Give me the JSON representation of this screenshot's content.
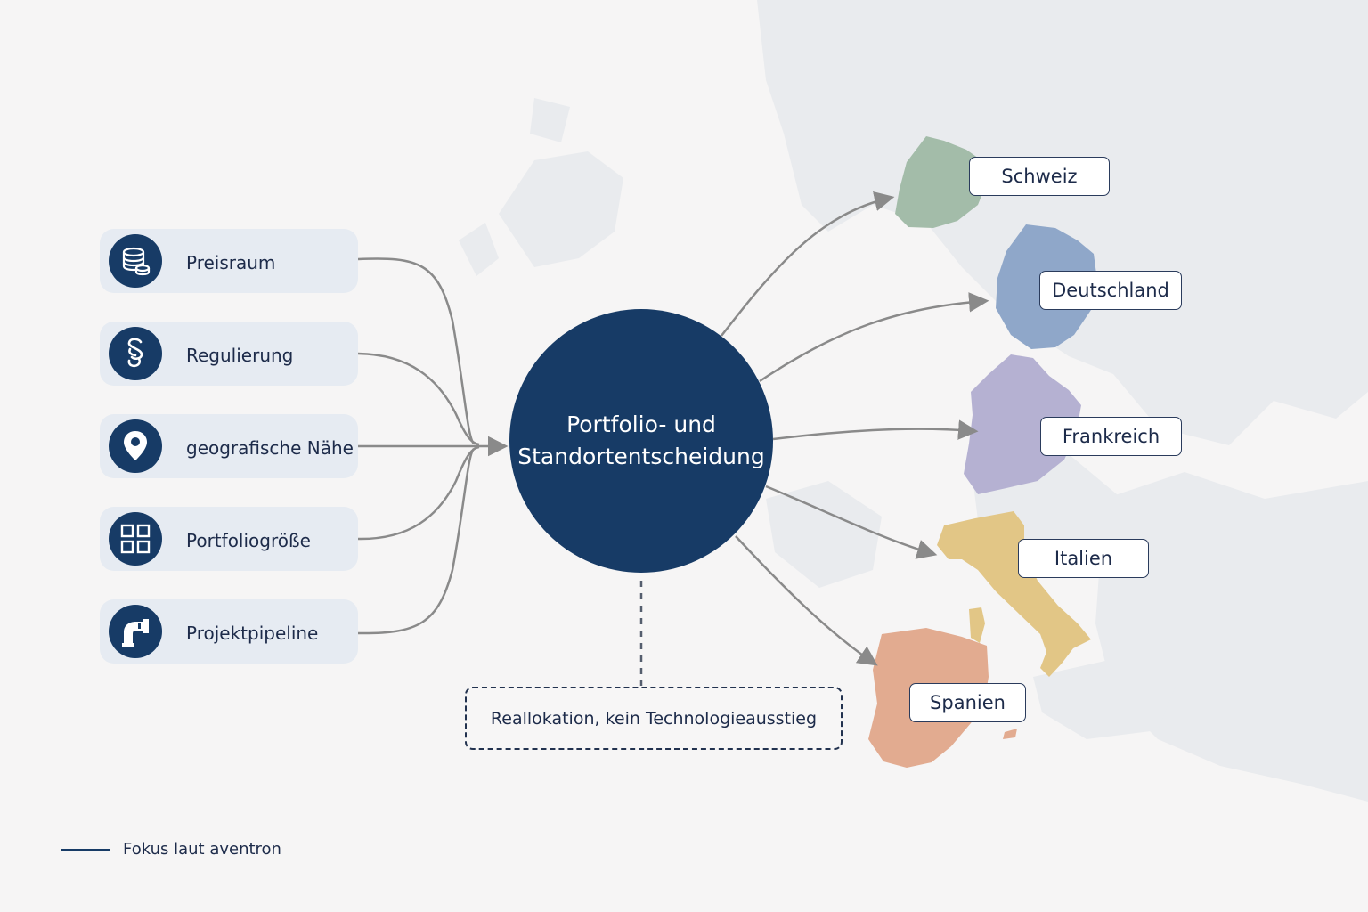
{
  "factors": [
    {
      "label": "Preisraum",
      "icon": "coins-icon"
    },
    {
      "label": "Regulierung",
      "icon": "paragraph-icon"
    },
    {
      "label": "geografische Nähe",
      "icon": "location-pin-icon"
    },
    {
      "label": "Portfoliogröße",
      "icon": "grid-icon"
    },
    {
      "label": "Projektpipeline",
      "icon": "pipe-icon"
    }
  ],
  "hub": {
    "line1": "Portfolio- und",
    "line2": "Standortentscheidung"
  },
  "countries": [
    {
      "label": "Schweiz",
      "color": "#a3bca9"
    },
    {
      "label": "Deutschland",
      "color": "#8fa7c9"
    },
    {
      "label": "Frankreich",
      "color": "#b5b1d2"
    },
    {
      "label": "Italien",
      "color": "#e2c686"
    },
    {
      "label": "Spanien",
      "color": "#e2ab90"
    }
  ],
  "note": "Reallokation, kein Technologieausstieg",
  "legend": "Fokus laut aventron",
  "colors": {
    "primary": "#173b66",
    "factor_bg": "#e6ebf2",
    "connector": "#8a8a8a",
    "map": "#e9ebee"
  }
}
